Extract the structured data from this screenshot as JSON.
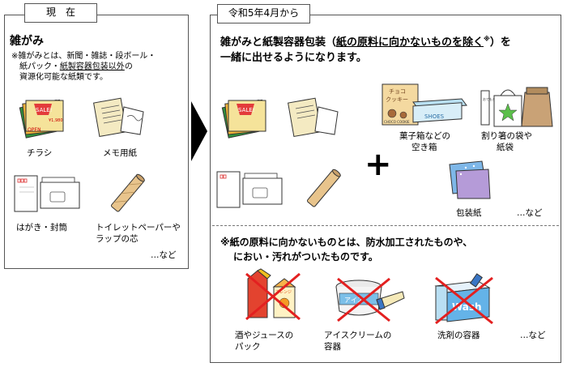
{
  "left": {
    "tab_label": "現　在",
    "title": "雑がみ",
    "note_line1": "※雑がみとは、新聞・雑誌・段ボール・",
    "note_line2_a": "紙パック・",
    "note_line2_b": "紙製容器包装以外",
    "note_line2_c": "の",
    "note_line3": "資源化可能な紙類です。",
    "items": {
      "flyer": "チラシ",
      "memo": "メモ用紙",
      "postcard": "はがき・封筒",
      "toilet1": "トイレットペーパーや",
      "toilet2": "ラップの芯"
    },
    "etc": "…など",
    "flyer_sale_text": "SALE!",
    "flyer_open_text": "OPEN",
    "flyer_price_text": "¥1,980"
  },
  "right": {
    "tab_label": "令和5年4月から",
    "headline1_a": "雑がみと紙製容器包装（",
    "headline1_b": "紙の原料に向かないものを除く",
    "headline1_c": "※",
    "headline1_d": "）を",
    "headline2": "一緒に出せるようになります。",
    "items": {
      "sweets1": "菓子箱などの",
      "sweets2": "空き箱",
      "bag1": "割り箸の袋や",
      "bag2": "紙袋",
      "wrap": "包装紙"
    },
    "etc1": "…など",
    "plus": "+",
    "note1": "※紙の原料に向かないものとは、防水加工されたものや、",
    "note2": "におい・汚れがついたものです。",
    "bad_items": {
      "juice1": "酒やジュースの",
      "juice2": "パック",
      "ice1": "アイスクリームの",
      "ice2": "容器",
      "detergent": "洗剤の容器"
    },
    "etc2": "…など",
    "choco_text1": "チョコ",
    "choco_text2": "クッキー",
    "choco_brand": "CHOCO COOKIE",
    "shoes_text": "SHOES",
    "chopsticks_text": "おてもと",
    "juice_text": "オレンジ",
    "ice_text": "アイス",
    "wash_text": "Wash"
  },
  "colors": {
    "border": "#555555",
    "arrow": "#000000",
    "cross": "#e32020",
    "underline": "#000000"
  }
}
